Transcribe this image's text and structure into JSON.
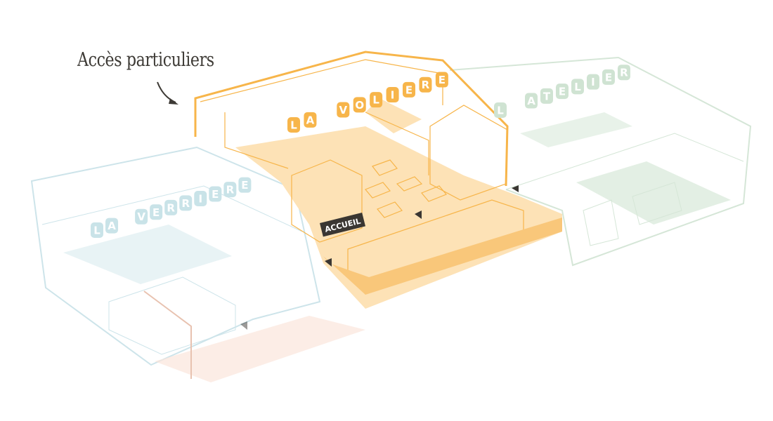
{
  "annotation": {
    "label": "Accès particuliers",
    "arrow_icon": "curved-arrow"
  },
  "zones": {
    "voliere": {
      "label": "LA VOLIERE",
      "color": "#f7b54a"
    },
    "atelier": {
      "label": "L'ATELIER",
      "color": "#cfe3d2"
    },
    "verriere": {
      "label": "LA VERRIERE",
      "color": "#c9e3e8"
    }
  },
  "accueil": {
    "label": "ACCUEIL"
  }
}
